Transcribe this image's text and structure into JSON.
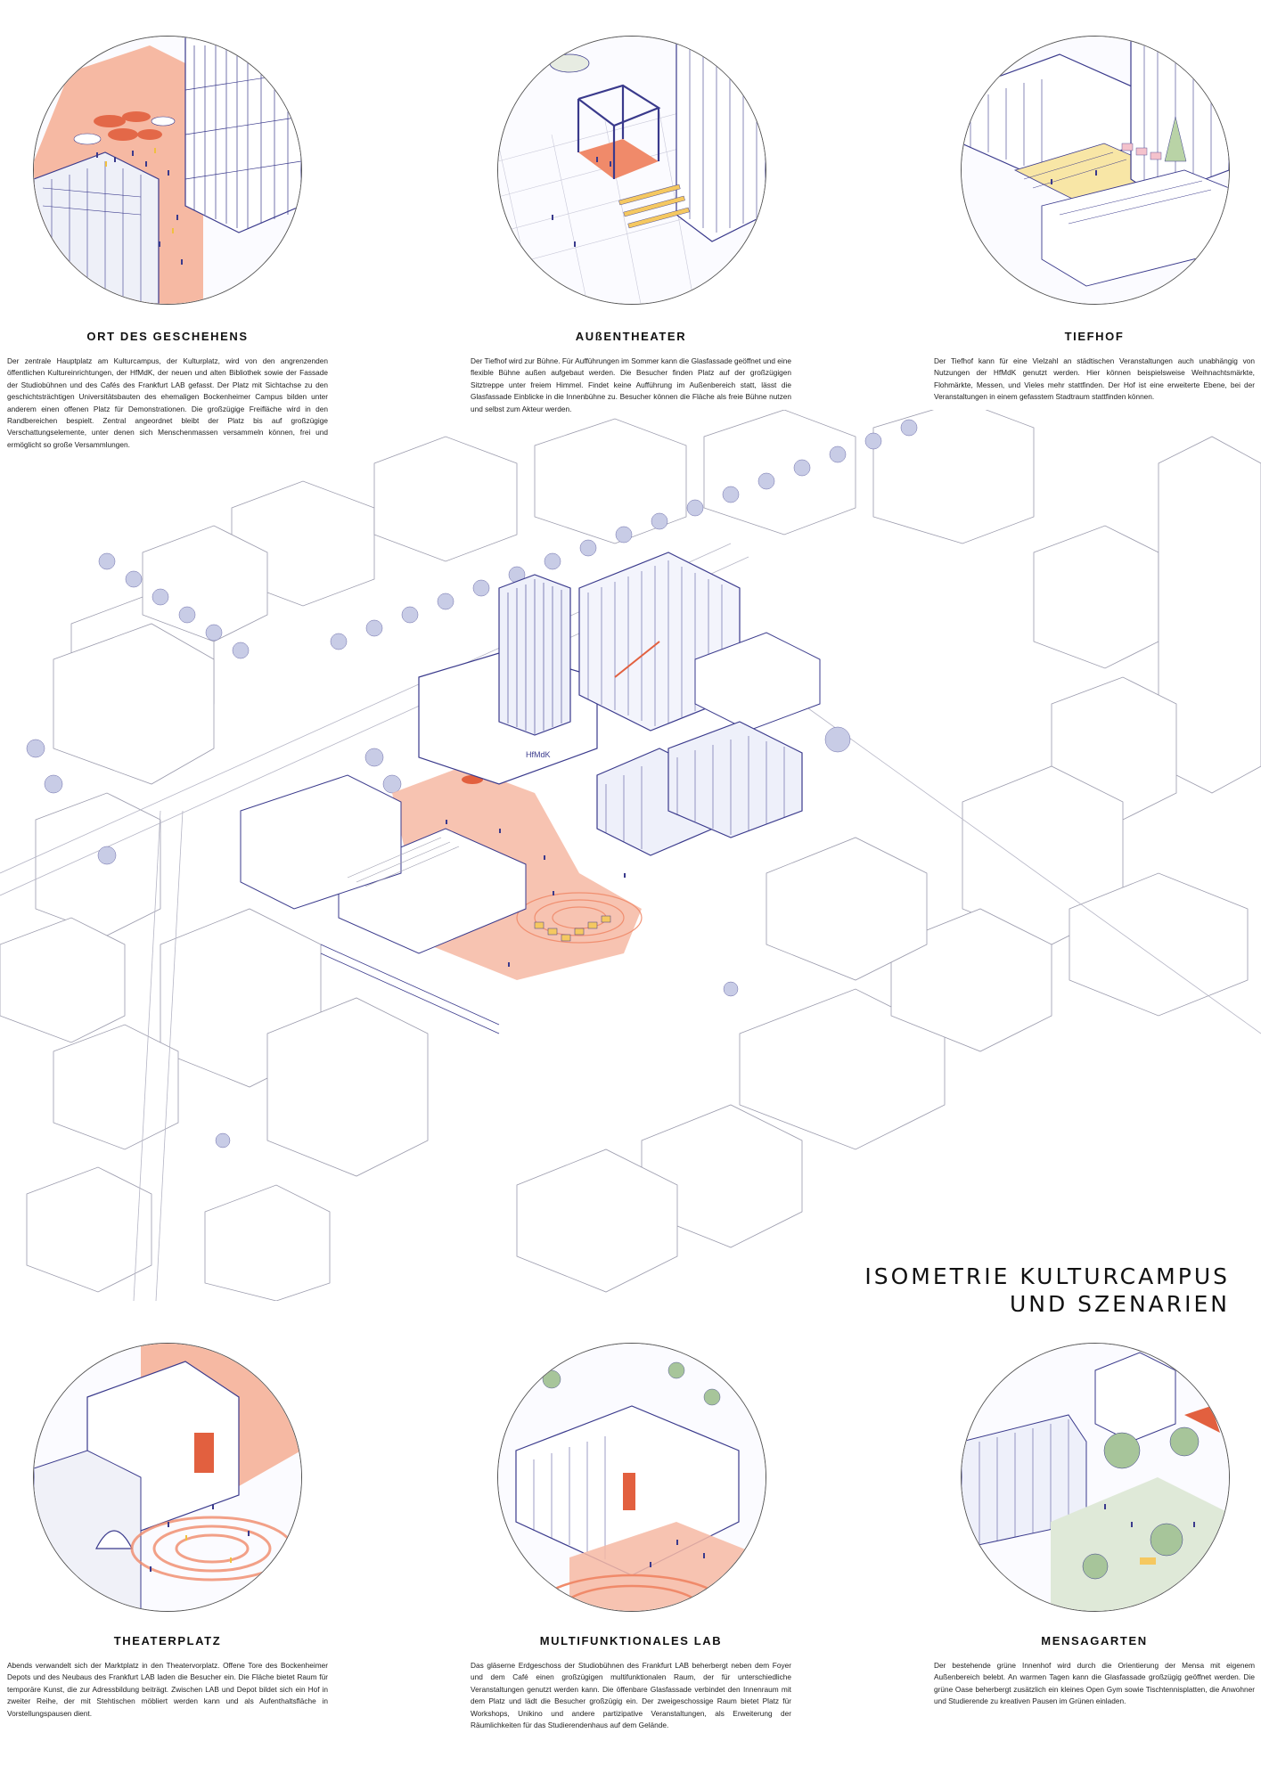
{
  "title": {
    "line1": "ISOMETRIE KULTURCAMPUS",
    "line2": "UND SZENARIEN"
  },
  "scenarios_top": [
    {
      "heading": "ORT DES GESCHEHENS",
      "text": "Der zentrale Hauptplatz am Kulturcampus, der Kulturplatz, wird von den angrenzenden öffentlichen Kultureinrichtungen, der HfMdK, der neuen und alten Bibliothek sowie der Fassade der Studiobühnen und des Cafés des Frankfurt LAB gefasst. Der Platz mit Sichtachse zu den geschichtsträchtigen Universitätsbauten des ehemaligen Bockenheimer Campus bilden unter anderem einen offenen Platz für Demonstrationen. Die großzügige Freifläche wird in den Randbereichen bespielt. Zentral angeordnet bleibt der Platz bis auf großzügige Verschattungselemente, unter denen sich Menschenmassen versammeln können, frei und ermöglicht so große Versammlungen."
    },
    {
      "heading": "AUßENTHEATER",
      "text": "Der Tiefhof wird zur Bühne. Für Aufführungen im Sommer kann die Glasfassade geöffnet und eine flexible Bühne außen aufgebaut werden. Die Besucher finden Platz auf der großzügigen Sitztreppe unter freiem Himmel. Findet keine Aufführung im Außenbereich statt, lässt die Glasfassade Einblicke in die Innenbühne zu. Besucher können die Fläche als freie Bühne nutzen und selbst zum Akteur werden."
    },
    {
      "heading": "TIEFHOF",
      "text": "Der Tiefhof kann für eine Vielzahl an städtischen Veranstaltungen auch unabhängig von Nutzungen der HfMdK genutzt werden. Hier können beispielsweise Weihnachtsmärkte, Flohmärkte, Messen, und Vieles mehr stattfinden. Der Hof ist eine erweiterte Ebene, bei der Veranstaltungen in einem gefasstem Stadtraum stattfinden können."
    }
  ],
  "scenarios_bottom": [
    {
      "heading": "THEATERPLATZ",
      "text": "Abends verwandelt sich der Marktplatz in den Theatervorplatz. Offene Tore des Bockenheimer Depots und des Neubaus des Frankfurt LAB laden die Besucher ein. Die Fläche bietet Raum für temporäre Kunst, die zur Adressbildung beiträgt. Zwischen LAB und Depot bildet sich ein Hof in zweiter Reihe, der mit Stehtischen möbliert werden kann und als Aufenthaltsfläche in Vorstellungspausen dient."
    },
    {
      "heading": "MULTIFUNKTIONALES LAB",
      "text": "Das gläserne Erdgeschoss der Studiobühnen des Frankfurt LAB beherbergt neben dem Foyer und dem Café einen großzügigen multifunktionalen Raum, der für unterschiedliche Veranstaltungen genutzt werden kann. Die öffenbare Glasfassade verbindet den Innenraum mit dem Platz und lädt die Besucher großzügig ein. Der zweigeschossige Raum bietet Platz für Workshops, Unikino und andere partizipative Veranstaltungen, als Erweiterung der Räumlichkeiten für das Studierendenhaus auf dem Gelände."
    },
    {
      "heading": "MENSAGARTEN",
      "text": "Der bestehende grüne Innenhof wird durch die Orientierung der Mensa mit eigenem Außenbereich belebt. An warmen Tagen kann die Glasfassade großzügig geöffnet werden. Die grüne Oase beherbergt zusätzlich ein kleines Open Gym sowie Tischtennisplatten, die Anwohner und Studierende zu kreativen Pausen im Grünen einladen."
    }
  ],
  "building_sign": "HfMdK",
  "colors": {
    "line": "#3a3a8c",
    "accent": "#f08a6a",
    "accent_light": "#f6b9a3",
    "yellow": "#f5e3a0",
    "green": "#a7c59a",
    "ground": "#fbfbff"
  },
  "icons": [
    "tree-icon",
    "person-icon",
    "umbrella-icon",
    "stage-icon"
  ]
}
